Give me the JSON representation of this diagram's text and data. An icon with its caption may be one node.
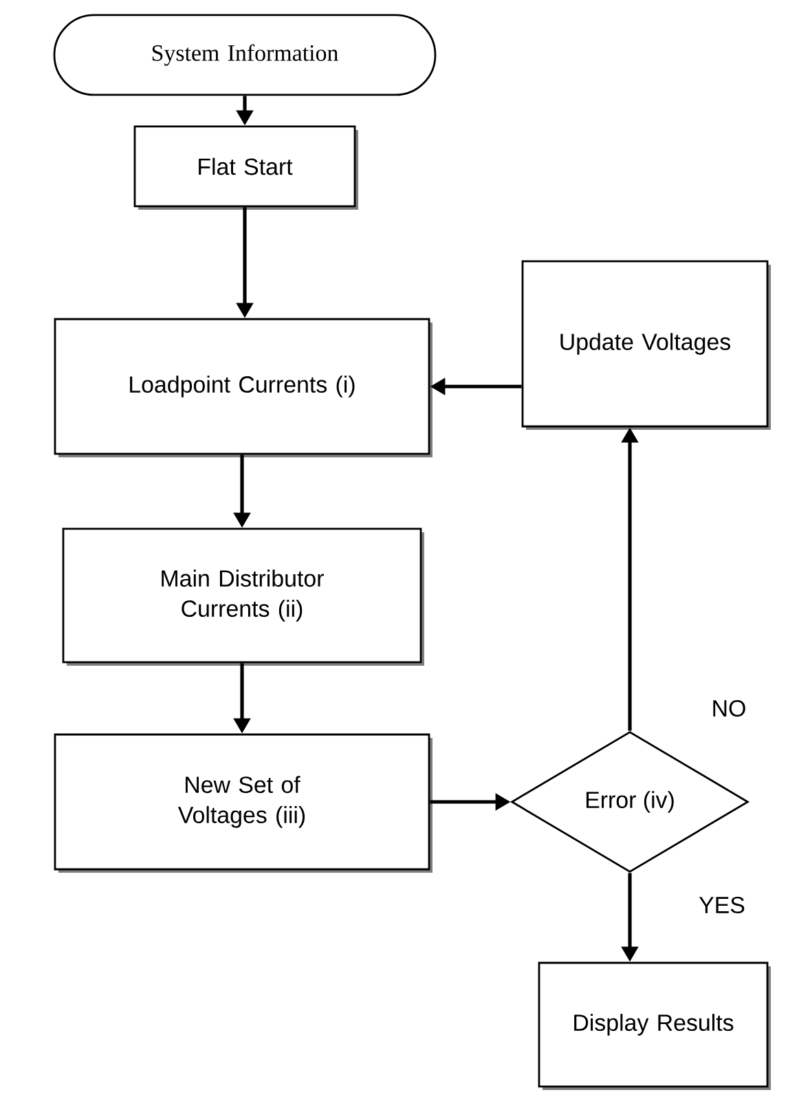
{
  "diagram": {
    "nodes": [
      {
        "text": [
          "System Information"
        ]
      },
      {
        "text": [
          "Flat Start"
        ]
      },
      {
        "text": [
          "Loadpoint Currents (i)"
        ]
      },
      {
        "text": [
          "Update Voltages"
        ]
      },
      {
        "text": [
          "Main Distributor Currents (ii)"
        ]
      },
      {
        "text": [
          "New Set of Voltages (iii)"
        ]
      },
      {
        "text": [
          "Error (iv)"
        ]
      },
      {
        "text": [
          "Display Results"
        ]
      }
    ],
    "edges": [
      {
        "from": 0,
        "to": 1,
        "arrow": "to"
      },
      {
        "from": 1,
        "to": 2,
        "arrow": "to"
      },
      {
        "from": 3,
        "to": 2,
        "arrow": "to"
      },
      {
        "from": 2,
        "to": 4,
        "arrow": "to"
      },
      {
        "from": 4,
        "to": 5,
        "arrow": "to"
      },
      {
        "from": 5,
        "to": 6,
        "arrow": "to"
      },
      {
        "from": 6,
        "to": 3,
        "arrow": "to",
        "label": "NO"
      },
      {
        "from": 6,
        "to": 7,
        "arrow": "to",
        "label": "YES"
      }
    ]
  }
}
